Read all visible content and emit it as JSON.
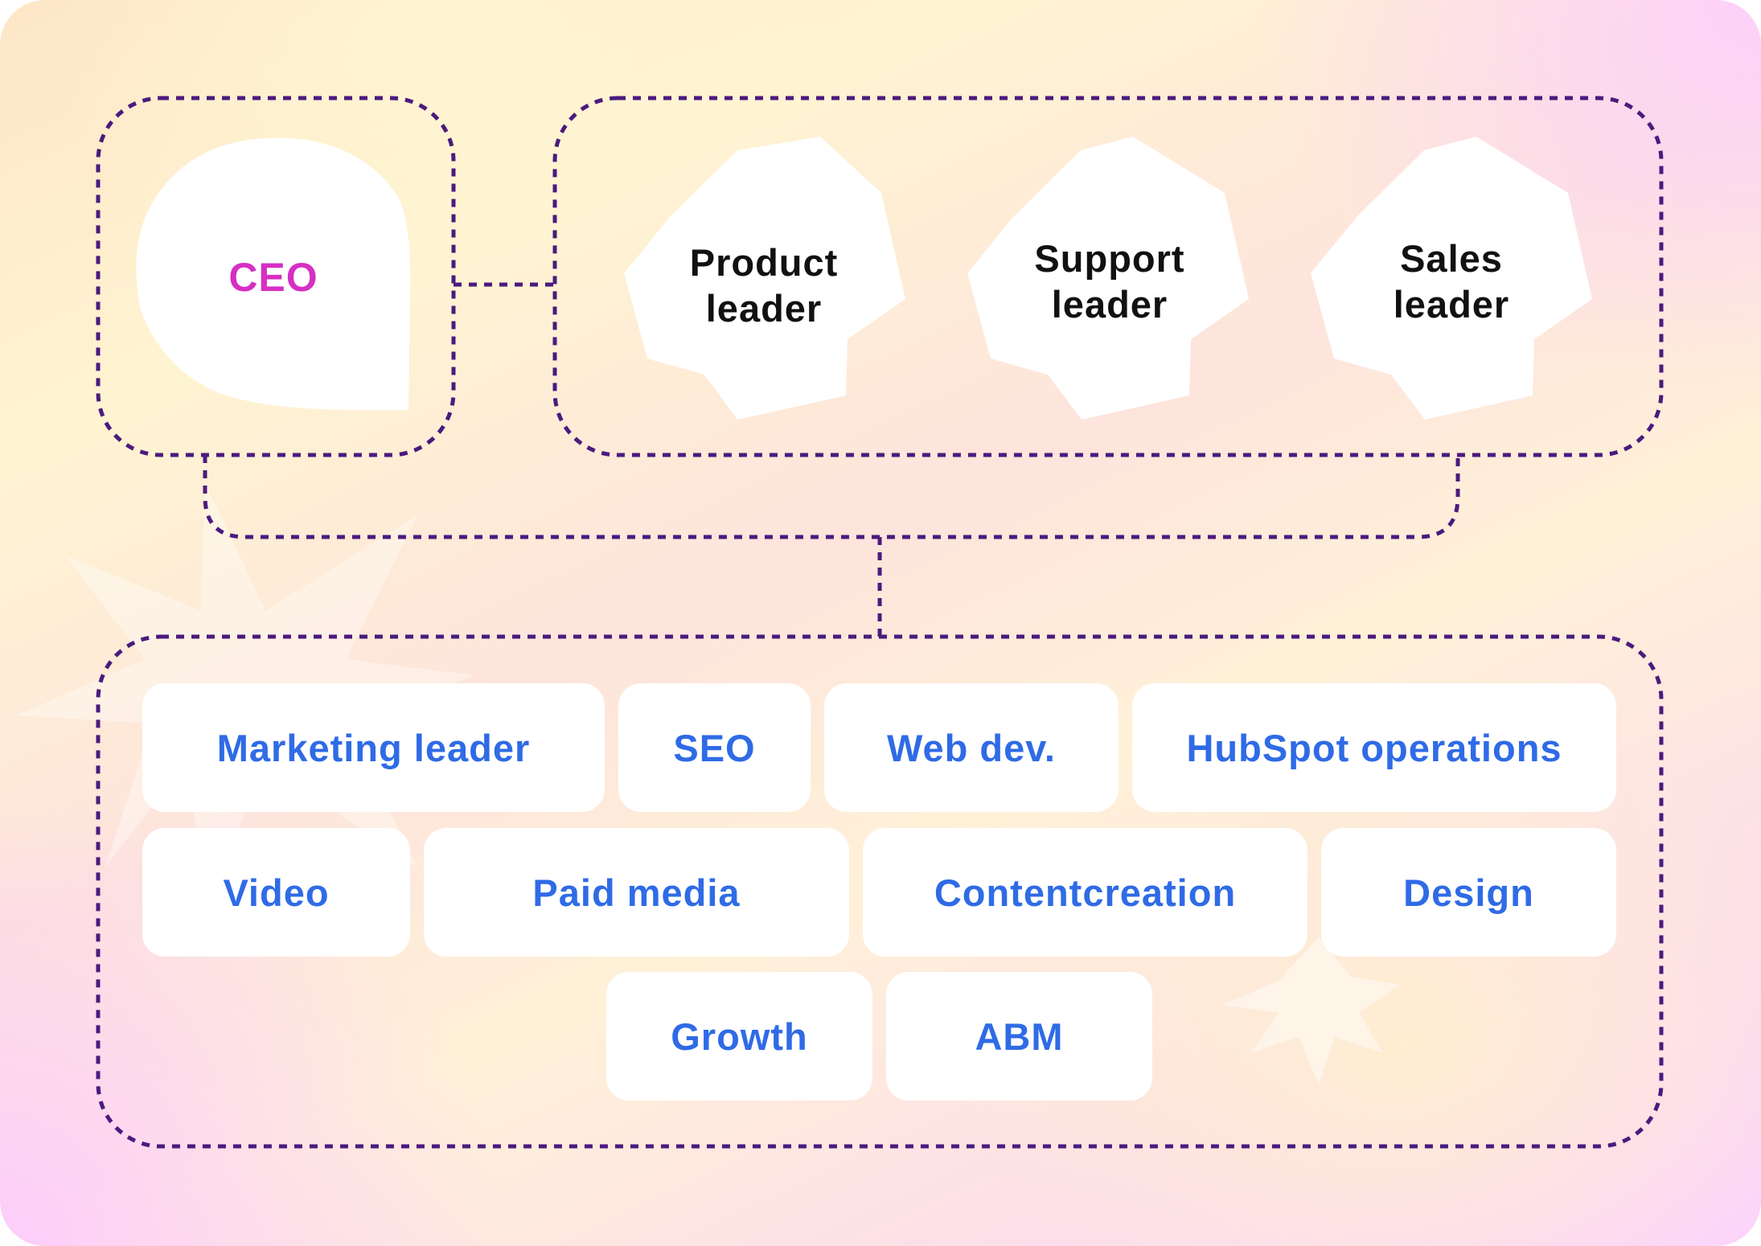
{
  "colors": {
    "connector": "#4b1a7e",
    "ceo_text": "#d62fc4",
    "leader_text": "#111111",
    "team_text": "#2f6be6",
    "card_fill": "#ffffff"
  },
  "ceo": {
    "label": "CEO"
  },
  "leaders": [
    {
      "label": "Product\nleader"
    },
    {
      "label": "Support\nleader"
    },
    {
      "label": "Sales\nleader"
    }
  ],
  "teams": [
    {
      "label": "Marketing leader"
    },
    {
      "label": "SEO"
    },
    {
      "label": "Web dev."
    },
    {
      "label": "HubSpot operations"
    },
    {
      "label": "Video"
    },
    {
      "label": "Paid media"
    },
    {
      "label": "Contentcreation"
    },
    {
      "label": "Design"
    },
    {
      "label": "Growth"
    },
    {
      "label": "ABM"
    }
  ]
}
